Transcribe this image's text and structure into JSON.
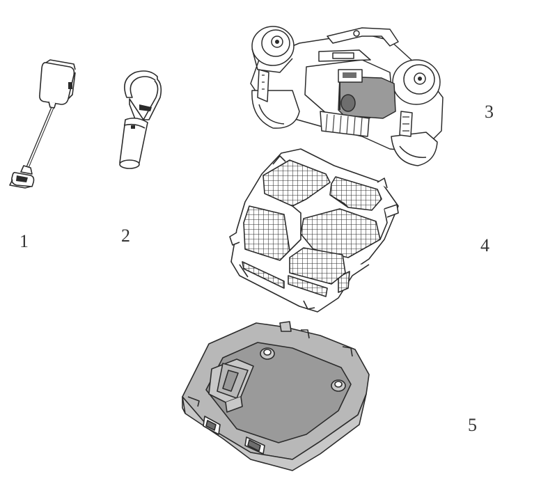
{
  "colors": {
    "line": "#2b2b2b",
    "body_fill": "#ffffff",
    "shadow_fill": "#c8c8c8",
    "tray_fill": "#9a9a9a",
    "tray_light": "#b8b8b8",
    "dark_part": "#6e6e6e"
  },
  "parts": [
    {
      "label": "1",
      "depicts": "power-adapter"
    },
    {
      "label": "2",
      "depicts": "hook-handle"
    },
    {
      "label": "3",
      "depicts": "pool-robot-body"
    },
    {
      "label": "4",
      "depicts": "filter-basket"
    },
    {
      "label": "5",
      "depicts": "filter-tray"
    }
  ]
}
